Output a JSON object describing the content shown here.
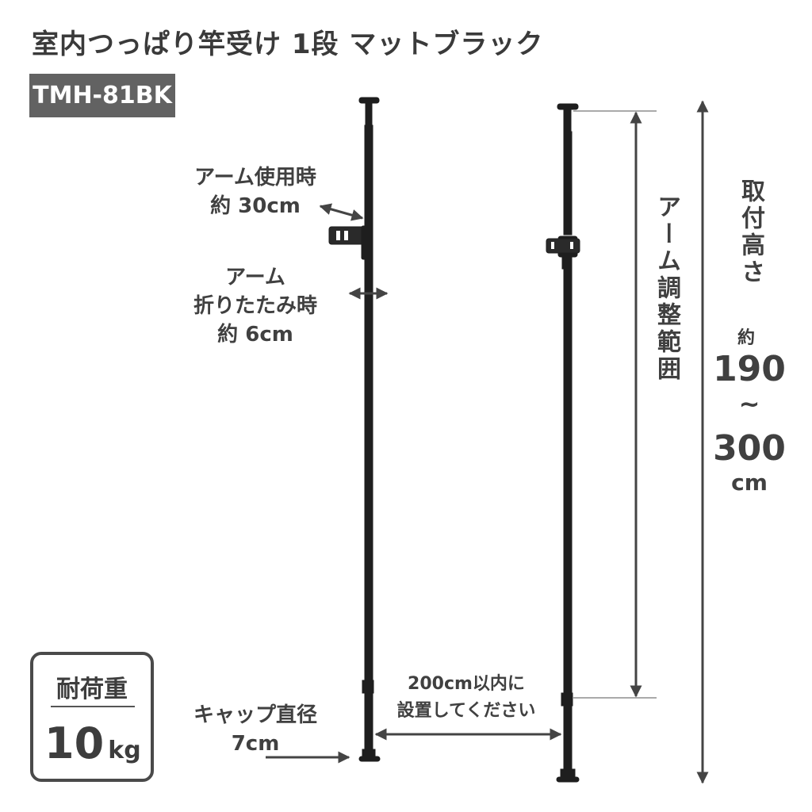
{
  "title": "室内つっぱり竿受け 1段 マットブラック",
  "model": "TMH-81BK",
  "arm_use": {
    "line1": "アーム使用時",
    "line2": "約 30cm"
  },
  "arm_fold": {
    "line1": "アーム",
    "line2": "折りたたみ時",
    "line3": "約 6cm"
  },
  "arm_adjust_range": "アーム調整範囲",
  "install_height": {
    "label": "取付高さ",
    "approx": "約",
    "min": "190",
    "tilde": "~",
    "max": "300",
    "unit": "cm"
  },
  "spacing_note": {
    "line1": "200cm以内に",
    "line2": "設置してください"
  },
  "cap_diameter": {
    "line1": "キャップ直径",
    "line2": "7cm"
  },
  "load_capacity": {
    "label": "耐荷重",
    "value": "10",
    "unit": "kg"
  }
}
